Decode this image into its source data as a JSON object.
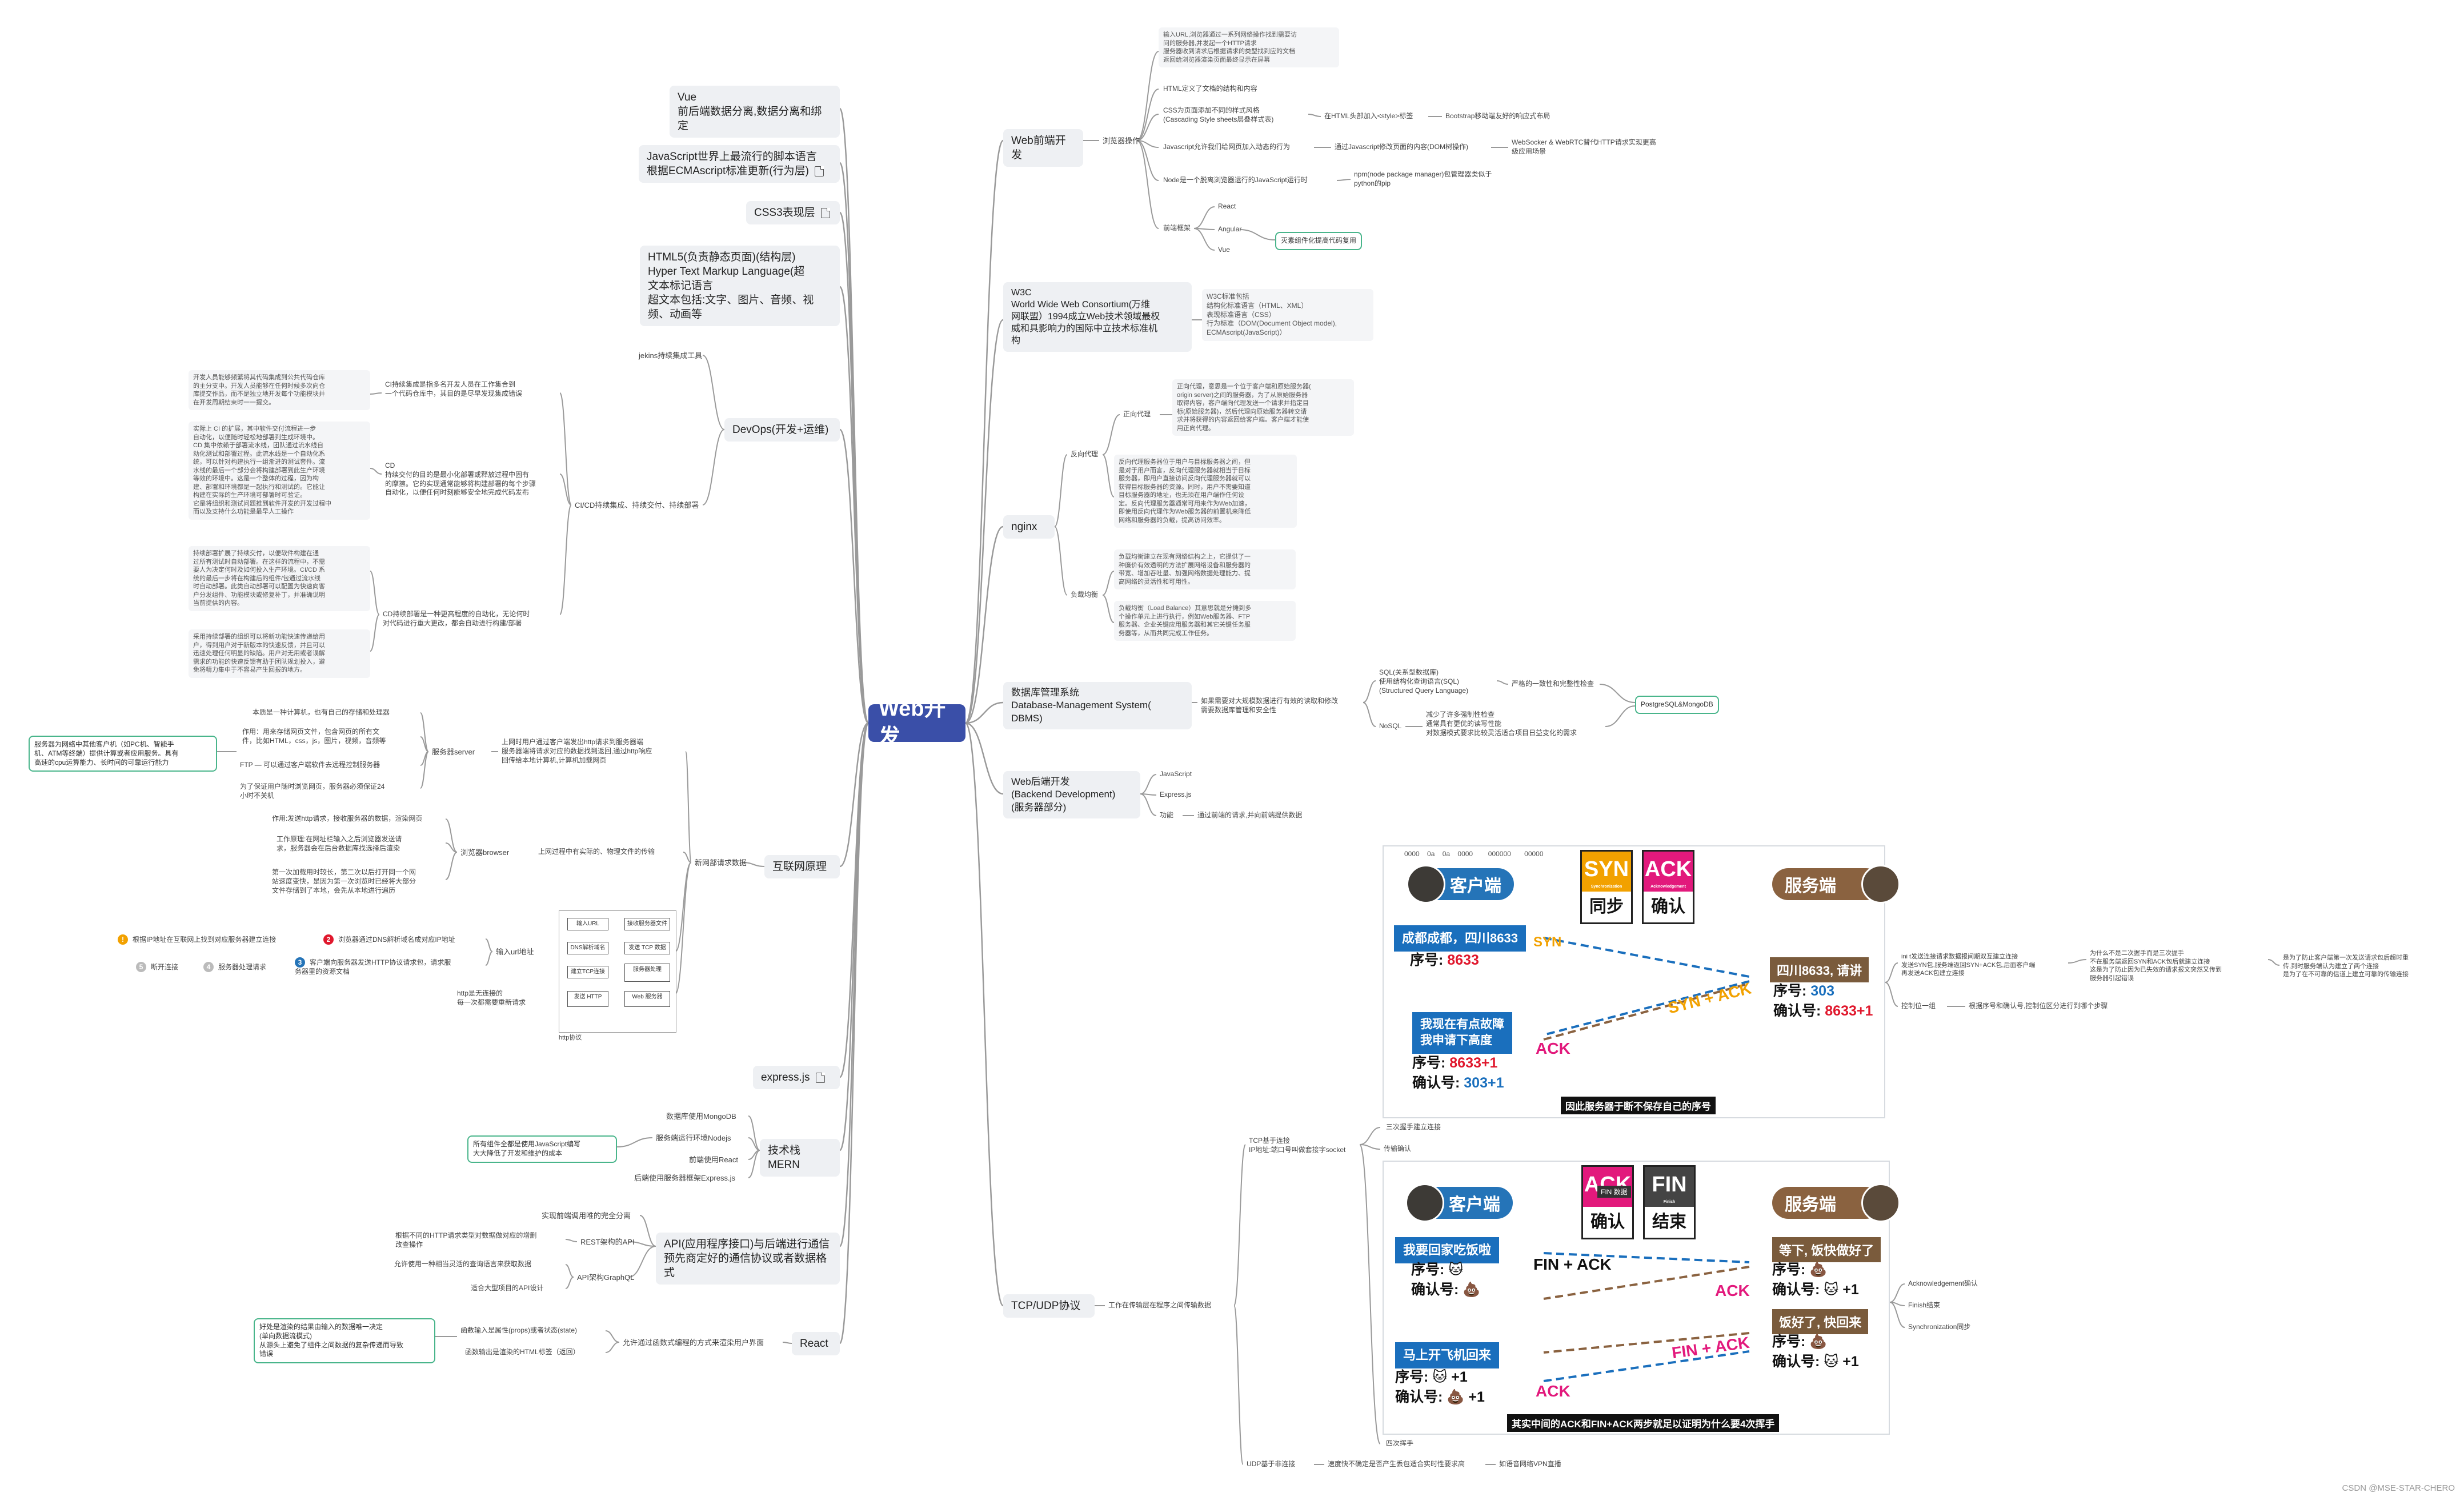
{
  "center": "Web开发",
  "left": {
    "vue": "Vue\n前后端数据分离,数据分离和绑定",
    "js": "JavaScript世界上最流行的脚本语言\n根据ECMAscript标准更新(行为层)",
    "css3": "CSS3表现层",
    "html5": "HTML5(负责静态页面)(结构层)\nHyper Text Markup Language(超\n文本标记语言\n超文本包括:文字、图片、音频、视\n频、动画等",
    "devops": {
      "title": "DevOps(开发+运维)",
      "jenkins": "jekins持续集成工具",
      "cicd": "CI/CD持续集成、持续交付、持续部署",
      "ci_label": "CI持续集成是指多名开发人员在工作集合到\n一个代码仓库中，其目的是尽早发现集成错误",
      "ci_note": "开发人员能够频繁将其代码集成到公共代码仓库\n的主分支中。开发人员能够在任何时候多次向仓\n库提交作品，而不是独立地开发每个功能模块并\n在开发周期结束时一一提交。",
      "cd_label": "CD\n持续交付的目的是最小化部署或释放过程中固有\n的摩擦。它的实现通常能够将构建部署的每个步骤\n自动化，以便任何时刻能够安全地完成代码发布",
      "cd_note": "实际上 CI 的扩展，其中软件交付流程进一步\n自动化，以便随时轻松地部署到生成环境中。\nCD 集中依赖于部署流水线，团队通过流水线自\n动化测试和部署过程。此流水线是一个自动化系\n统，可以针对构建执行一组渐进的测试套件。流\n水线的最后一个部分会将构建部署到此生产环境\n等效的环境中。这是一个整体的过程，因为构\n建、部署和环境都是一起执行和测试的。它能让\n构建在实际的生产环境可部署时可验证。\n它是将组织和测试问题推到软件开发的开发过程中\n而以及支持什么功能是最早人工操作",
      "cdd_label": "CD持续部署是一种更高程度的自动化，无论何时\n对代码进行重大更改，都会自动进行构建/部署",
      "cdd_note": "持续部署扩展了持续交付，以便软件构建在通\n过所有测试时自动部署。在这样的流程中，不需\n要人为决定何时及如何投入生产环境。CI/CD 系\n统的最后一步将在构建后的组件/包通过流水线\n时自动部署。此类自动部署可以配置为快速向客\n户分发组件、功能模块或修复补丁，并准确说明\n当前提供的内容。",
      "cdd_note2": "采用持续部署的组织可以将新功能快速传递给用\n户，得到用户对于新版本的快速反馈，并且可以\n迅速处理任何明显的缺陷。用户对无用或者误解\n需求的功能的快速反馈有助于团队规划投入，避\n免将精力集中于不容易产生回报的地方。"
    },
    "network": {
      "title": "互联网原理",
      "newnet": "新网部请求数据",
      "server": "服务器server",
      "server_desc": "上网时用户通过客户端发出http请求到服务器端\n服务器端将请求对应的数据找到返回,通过http响应\n回传给本地计算机,计算机加载网页",
      "s1": "本质是一种计算机，也有自己的存储和处理器",
      "s2": "作用：用来存储网页文件，包含网页的所有文\n件，比如HTML，css，js，图片，视频，音频等",
      "s3": "FTP  —  可以通过客户端软件去远程控制服务器",
      "s4": "为了保证用户随时浏览网页，服务器必须保证24\n小时不关机",
      "server_note": "服务器为网络中其他客户机（如PC机、智能手\n机、ATM等终端）提供计算或者应用服务。具有\n高速的cpu运算能力、长时间的可靠运行能力",
      "browser": "浏览器browser",
      "browser_desc": "上网过程中有实际的、物理文件的传输",
      "b1": "作用:发送http请求，接收服务器的数据，渲染网页",
      "b2": "工作原理:在网址栏输入之后浏览器发送请\n求，服务器会在后台数据库找选择后渲染",
      "b3": "第一次加载用时较长，第二次以后打开同一个网\n站速度变快，是因为第一次浏览时已经将大部分\n文件存储到了本地，会先从本地进行遍历",
      "url": "输入url地址",
      "http_desc": "http是无连接的\n每一次都需要重新请求",
      "http_proto": "http协议",
      "step_dns": "浏览器通过DNS解析域名成对应IP地址",
      "step_ip": "根据IP地址在互联网上找到对应服务器建立连接",
      "step_req": "客户端向服务器发送HTTP协议请求包，请求服\n务器里的资源文档",
      "step_handle": "服务器处理请求",
      "step_close": "断开连接"
    },
    "express": "express.js",
    "mern": {
      "title": "技术栈MERN",
      "m": "数据库使用MongoDB",
      "n": "服务端运行环境Nodejs",
      "r": "前端使用React",
      "e": "后端使用服务器框架Express.js",
      "note": "所有组件全都是使用JavaScript编写\n大大降低了开发和维护的成本"
    },
    "api": {
      "title": "API(应用程序接口)与后端进行通信\n预先商定好的通信协议或者数据格式",
      "a1": "实现前端调用唯的完全分离",
      "rest": "REST架构的API",
      "rest_desc": "根据不同的HTTP请求类型对数据做对应的增删\n改查操作",
      "graphql": "API架构GraphQL",
      "g1": "允许使用一种相当灵活的查询语言来获取数据",
      "g2": "适合大型项目的API设计"
    },
    "react": {
      "title": "React",
      "desc": "允许通过函数式编程的方式来渲染用户界面",
      "r1": "函数输入是属性(props)或者状态(state)",
      "r2": "函数输出是渲染的HTML标签（返回）",
      "note": "好处是渲染的结果由输入的数据唯一决定\n(单向数据流模式)\n从源头上避免了组件之间数据的复杂传递而导致\n错误"
    }
  },
  "right": {
    "frontend": {
      "title": "Web前端开发",
      "browser_op": "浏览器操作",
      "f1": "输入URL,浏览器通过一系列网络操作找到需要访\n问的服务器,并发起一个HTTP请求\n服务器收到请求后根据请求的类型找到应的文档\n返回给浏览器渲染页面最终显示在屏幕",
      "f2": "HTML定义了文档的结构和内容",
      "f3": "CSS为页面添加不同的样式风格\n(Cascading Style sheets层叠样式表)",
      "f3a": "在HTML头部加入<style>标签",
      "f3b": "Bootstrap移动端友好的响应式布局",
      "f4": "Javascript允许我们给网页加入动态的行为",
      "f4a": "通过Javascript修改页面的内容(DOM树操作)",
      "f4b": "WebSocker & WebRTC替代HTTP请求实现更高\n级应用场景",
      "f5": "Node是一个脱离浏览器运行的JavaScript运行时",
      "f5a": "npm(node package manager)包管理器类似于\npython的pip",
      "fw": "前端框架",
      "react": "React",
      "angular": "Angular",
      "vue": "Vue",
      "fw_note": "灭素组件化提高代码复用"
    },
    "w3c": {
      "title": "W3C\nWorld Wide Web Consortium(万维\n网联盟）1994成立Web技术领域最权\n威和具影响力的国际中立技术标准机\n构",
      "desc": "W3C标准包括\n结构化标准语言（HTML、XML）\n表现标准语言（CSS）\n行为标准（DOM(Document Object model),\nECMAscript(JavaScript)）"
    },
    "nginx": {
      "title": "nginx",
      "proxy": "反向代理",
      "forward": "正向代理",
      "forward_desc": "正向代理，意思是一个位于客户端和原始服务器(\norigin server)之间的服务器，为了从原始服务器\n取得内容，客户端向代理发送一个请求并指定目\n标(原始服务器)，然后代理向原始服务器转交请\n求并将获得的内容返回给客户端。客户端才能使\n用正向代理。",
      "reverse_desc": "反向代理服务器位于用户与目标服务器之间，但\n是对于用户而言，反向代理服务器就相当于目标\n服务器，即用户直接访问反向代理服务器就可以\n获得目标服务器的资源。同时，用户不需要知道\n目标服务器的地址，也无须在用户端作任何设\n定。反向代理服务器通常可用来作为Web加速，\n即使用反向代理作为Web服务器的前置机来降低\n网络和服务器的负载，提高访问效率。",
      "lb": "负载均衡",
      "lb1": "负载均衡建立在现有网络结构之上，它提供了一\n种廉价有效透明的方法扩展网络设备和服务器的\n带宽、增加吞吐量、加强网络数据处理能力、提\n高网络的灵活性和可用性。",
      "lb2": "负载均衡（Load Balance）其意思就是分摊到多\n个操作单元上进行执行，例如Web服务器、FTP\n服务器、企业关键应用服务器和其它关键任务服\n务器等，从而共同完成工作任务。"
    },
    "db": {
      "title": "数据库管理系统\nDatabase-Management System(\nDBMS)",
      "desc": "如果需要对大规模数据进行有效的读取和修改\n需要数据库管理和安全性",
      "sql": "SQL(关系型数据库)\n使用结构化查询语言(SQL)\n(Structured Query Language)",
      "sql_note": "严格的一致性和完整性检查",
      "nosql": "NoSQL",
      "nosql_note": "减少了许多强制性检查\n通常具有更优的读写性能\n对数据模式要求比较灵活适合项目日益变化的需求",
      "engines": "PostgreSQL&MongoDB"
    },
    "backend": {
      "title": "Web后端开发\n(Backend Development)\n(服务器部分)",
      "b1": "JavaScript",
      "b2": "Express.js",
      "b3": "功能",
      "b3a": "通过前端的请求,并向前端提供数据"
    },
    "tcp": {
      "title": "TCP/UDP协议",
      "desc": "工作在传输层在程序之间传输数据",
      "tcp": "TCP基于连接\nIP地址:端口号叫做套接字socket",
      "transfer": "传输确认",
      "three": "三次握手建立连接",
      "four": "四次挥手",
      "three_note": "ini t发送连接请求数据报间期双互建立连接\n发送SYN包,服务端返回SYN+ACK包,后面客户端\n再发送ACK包建立连接",
      "three_why": "为什么不是二次握手而是三次握手\n不在服务端返回SYN和ACK包后就建立连接\n这是为了防止因为已失效的请求报文突然又传到\n服务器引起错误",
      "three_why2": "是为了防止客户端第一次发送请求包后超时重\n传,到时服务端认为建立了两个连接\n是为了在不可靠的信道上建立可靠的传输连接",
      "confirm": "控制位一组",
      "confirm_desc": "根据序号和确认号,控制位区分进行到哪个步骤",
      "ack_word": "Acknowledgement确认",
      "fin_word": "Finish结束",
      "syn_word": "Synchronization同步",
      "udp": "UDP基于非连接",
      "udp_desc": "速度快不确定是否产生丢包适合实时性要求高",
      "udp_ex": "如语音网络VPN直播"
    }
  },
  "handshake3": {
    "client": "客户端",
    "server": "服务端",
    "syn": "SYN",
    "syn_small": "Synchronization",
    "syn_cn": "同步",
    "ack": "ACK",
    "ack_small": "Acknowledgement",
    "ack_cn": "确认",
    "msg1": "成都成都，四川8633",
    "seq1": "序号: ",
    "seq1v": "8633",
    "reply": "四川8633, 请讲",
    "seq2": "序号: ",
    "seq2v": "303",
    "ack2": "确认号: ",
    "ack2v": "8633+1",
    "msg3": "我现在有点故障\n我申请下高度",
    "seq3": "序号: ",
    "seq3v": "8633+1",
    "ack3": "确认号: ",
    "ack3v": "303+1",
    "arrow1": "SYN",
    "arrow2": "SYN + ACK",
    "arrow3": "ACK",
    "caption": "因此服务器于断不保存自己的序号"
  },
  "handshake4": {
    "client": "客户端",
    "server": "服务端",
    "ack": "ACK",
    "ack_cn": "确认",
    "fin": "FIN",
    "fin_small": "Finish",
    "fin_cn": "结束",
    "tip": "FIN 数据",
    "msg1": "我要回家吃饭啦",
    "seq_a": "序号: 🐱",
    "ack_a": "确认号: 💩",
    "srv1": "等下, 饭快做好了",
    "srv1_seq": "序号: 💩",
    "srv1_ack": "确认号: 🐱 +1",
    "srv2": "饭好了, 快回来",
    "srv2_seq": "序号: 💩",
    "srv2_ack": "确认号: 🐱 +1",
    "msg2": "马上开飞机回来",
    "seq_b": "序号: 🐱 +1",
    "ack_b": "确认号: 💩 +1",
    "arrow1": "FIN + ACK",
    "arrow2": "ACK",
    "arrow3": "FIN + ACK",
    "arrow4": "ACK",
    "caption": "其实中间的ACK和FIN+ACK两步就足以证明为什么要4次挥手"
  },
  "watermark": "CSDN @MSE-STAR-CHERO",
  "colors": {
    "center": "#3a4fa8",
    "link": "#9a9a9a",
    "pill": "#2574b8",
    "syn": "#f2a100",
    "ack": "#e2197c",
    "dash": "#1a6fbd",
    "brown": "#8a6240"
  }
}
